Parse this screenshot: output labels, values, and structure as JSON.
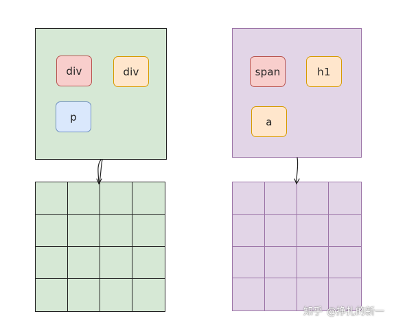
{
  "left_group": {
    "tags": [
      "div",
      "div",
      "p"
    ]
  },
  "right_group": {
    "tags": [
      "span",
      "h1",
      "a"
    ]
  },
  "watermark": {
    "site": "知乎",
    "author": "@挣扎的新一"
  },
  "colors": {
    "green_fill": "#d6e8d5",
    "purple_fill": "#e2d5e7",
    "red_tag": "#f8cecc",
    "orange_tag": "#ffe6cc",
    "blue_tag": "#dae8fc"
  }
}
